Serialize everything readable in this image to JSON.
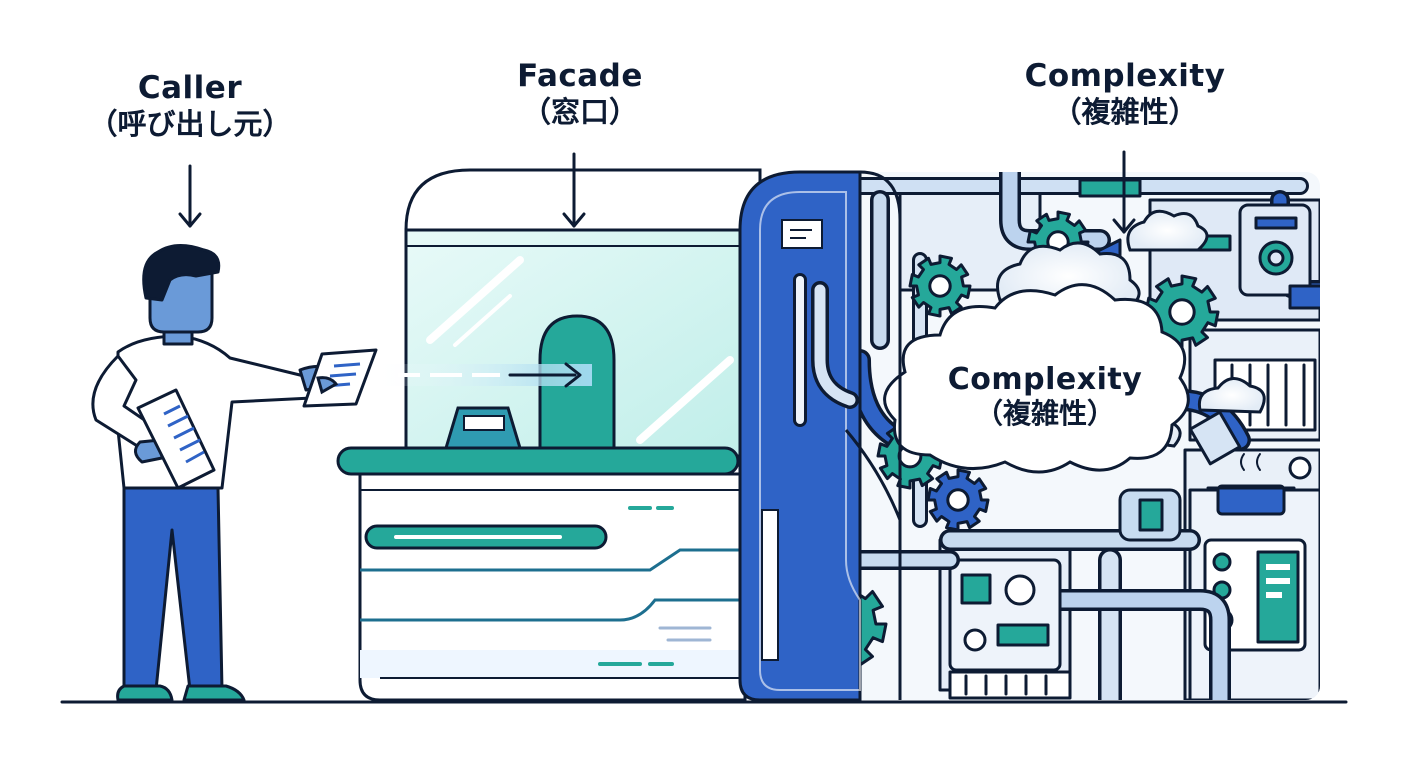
{
  "labels": {
    "caller": {
      "en": "Caller",
      "jp": "（呼び出し元）"
    },
    "facade": {
      "en": "Facade",
      "jp": "（窓口）"
    },
    "complexity": {
      "en": "Complexity",
      "jp": "（複雑性）"
    },
    "cloud": {
      "en": "Complexity",
      "jp": "（複雑性）"
    }
  },
  "colors": {
    "outline": "#0d1b33",
    "blue": "#2f63c6",
    "teal": "#25a89a",
    "light_blue": "#dce7f5",
    "glass": "#c9f0ec"
  },
  "icons": [
    "person-figure",
    "document-icon",
    "arrow-down-icon",
    "gear-icon",
    "pipe",
    "cloud",
    "cooking-pot-icon"
  ]
}
